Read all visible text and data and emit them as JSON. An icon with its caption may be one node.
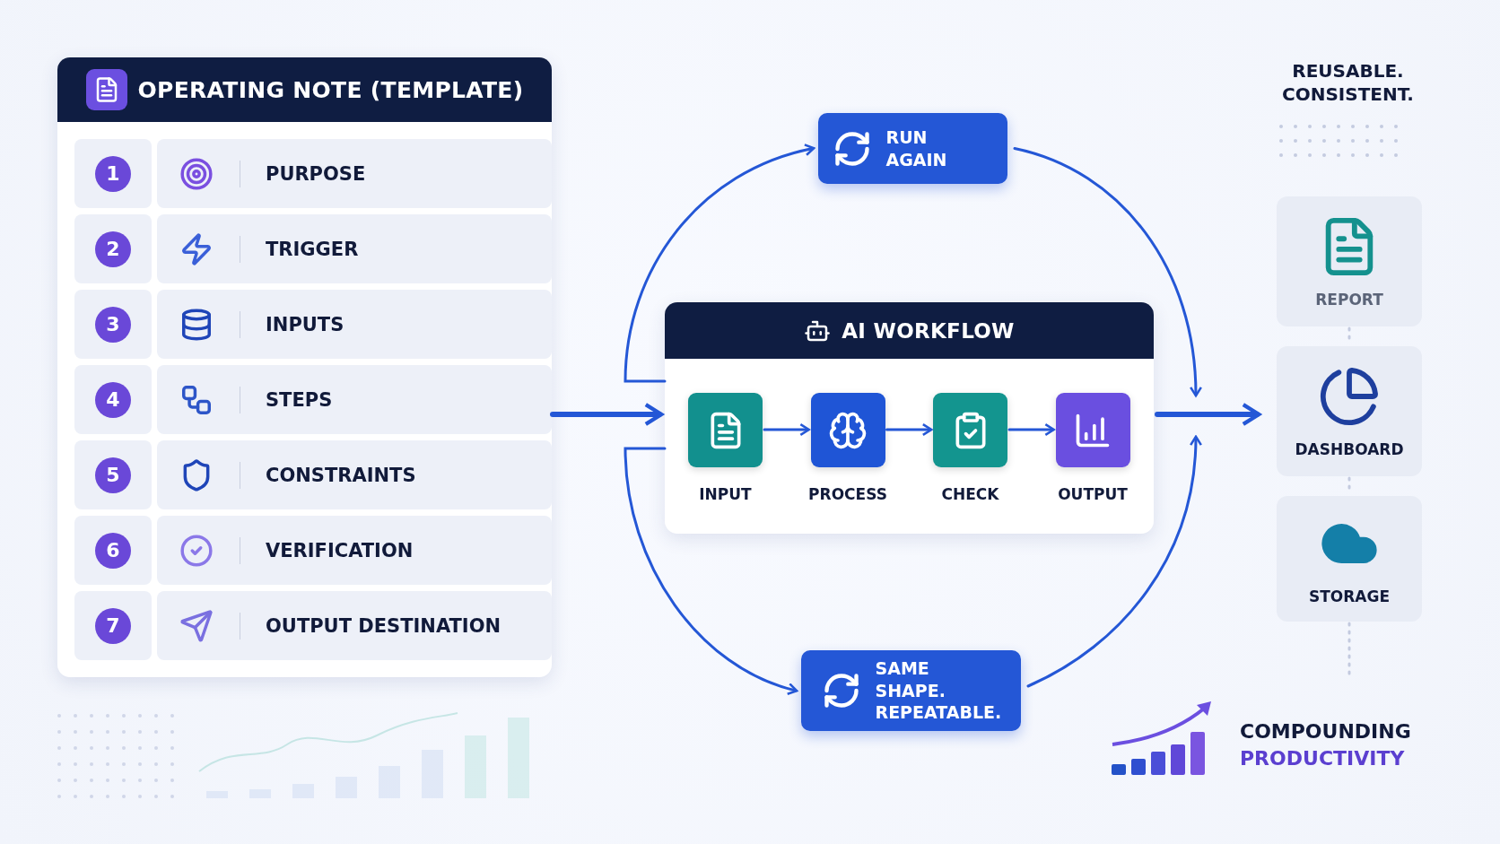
{
  "diagram": {
    "nodes": [
      {
        "text": [
          "OPERATING NOTE (TEMPLATE)"
        ]
      },
      {
        "text": [
          "1",
          "PURPOSE"
        ],
        "in": 0
      },
      {
        "text": [
          "2",
          "TRIGGER"
        ],
        "in": 0
      },
      {
        "text": [
          "3",
          "INPUTS"
        ],
        "in": 0
      },
      {
        "text": [
          "4",
          "STEPS"
        ],
        "in": 0
      },
      {
        "text": [
          "5",
          "CONSTRAINTS"
        ],
        "in": 0
      },
      {
        "text": [
          "6",
          "VERIFICATION"
        ],
        "in": 0
      },
      {
        "text": [
          "7",
          "OUTPUT DESTINATION"
        ],
        "in": 0
      },
      {
        "text": [
          "AI WORKFLOW"
        ]
      },
      {
        "text": [
          "INPUT"
        ],
        "in": 8
      },
      {
        "text": [
          "PROCESS"
        ],
        "in": 8
      },
      {
        "text": [
          "CHECK"
        ],
        "in": 8
      },
      {
        "text": [
          "OUTPUT"
        ],
        "in": 8
      },
      {
        "text": [
          "RUN AGAIN"
        ]
      },
      {
        "text": [
          "SAME SHAPE. REPEATABLE."
        ]
      },
      {
        "text": [
          "REPORT"
        ]
      },
      {
        "text": [
          "DASHBOARD"
        ]
      },
      {
        "text": [
          "STORAGE"
        ]
      }
    ],
    "edges": [
      {
        "from": 0,
        "to": 8,
        "arrow": "to",
        "style": "thick"
      },
      {
        "from": 9,
        "to": 10,
        "arrow": "to"
      },
      {
        "from": 10,
        "to": 11,
        "arrow": "to"
      },
      {
        "from": 11,
        "to": 12,
        "arrow": "to"
      },
      {
        "from": 8,
        "to": 13,
        "arrow": "to"
      },
      {
        "from": 13,
        "to": 8,
        "arrow": "to"
      },
      {
        "from": 14,
        "to": 8,
        "arrow": "to"
      },
      {
        "from": 8,
        "to": 14,
        "arrow": "to"
      },
      {
        "from": 8,
        "to": 16,
        "arrow": "to",
        "style": "thick"
      },
      {
        "from": 15,
        "to": 16,
        "arrow": "none",
        "style": "dashed",
        "color": "#c3cadf"
      },
      {
        "from": 16,
        "to": 17,
        "arrow": "none",
        "style": "dashed",
        "color": "#c3cadf"
      },
      {
        "from": 17,
        "to": null,
        "arrow": "none",
        "style": "dashed",
        "color": "#c3cadf"
      }
    ],
    "labels": [
      "REUSABLE. CONSISTENT.",
      "COMPOUNDING",
      "PRODUCTIVITY"
    ]
  }
}
